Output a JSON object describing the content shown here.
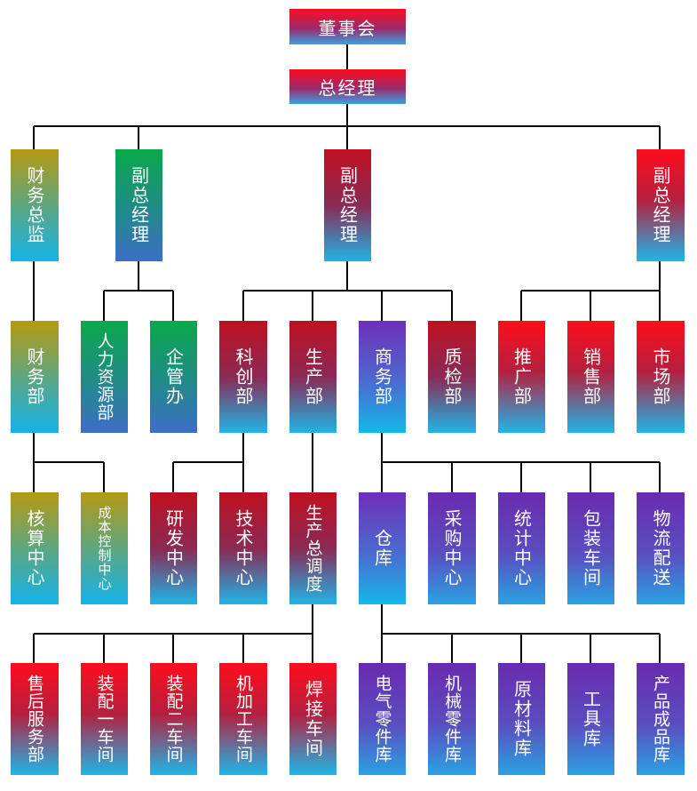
{
  "nodes": {
    "board": "董事会",
    "gm": "总经理",
    "cfo": "财务总监",
    "vp1": "副总经理",
    "vp2": "副总经理",
    "vp3": "副总经理",
    "finance": "财务部",
    "hr": "人力资源部",
    "admin": "企管办",
    "rd": "科创部",
    "production": "生产部",
    "commerce": "商务部",
    "quality": "质检部",
    "promotion": "推广部",
    "sales": "销售部",
    "market": "市场部",
    "accounting_center": "核算中心",
    "cost_center": "成本控制中心",
    "rd_center": "研发中心",
    "tech_center": "技术中心",
    "dispatch": "生产总调度",
    "warehouse": "仓库",
    "purchasing": "采购中心",
    "statistics": "统计中心",
    "packaging": "包装车间",
    "logistics": "物流配送",
    "after_sales": "售后服务部",
    "assembly1": "装配一车间",
    "assembly2": "装配二车间",
    "machining": "机加工车间",
    "welding": "焊接车间",
    "elec_parts": "电气零件库",
    "mech_parts": "机械零件库",
    "raw_materials": "原材料库",
    "tools": "工具库",
    "finished_goods": "产品成品库"
  },
  "colors": {
    "line": "#000000",
    "text": "#ffffff"
  }
}
